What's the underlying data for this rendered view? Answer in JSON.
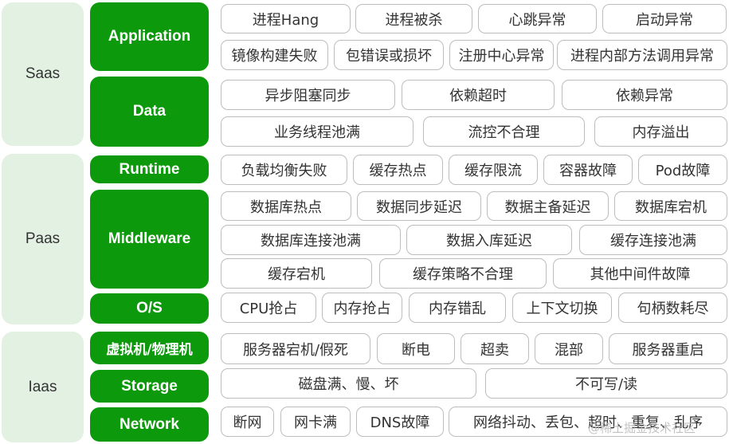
{
  "layers": {
    "saas": "Saas",
    "paas": "Paas",
    "iaas": "Iaas"
  },
  "categories": {
    "application": "Application",
    "data": "Data",
    "runtime": "Runtime",
    "middleware": "Middleware",
    "os": "O/S",
    "vm": "虚拟机/物理机",
    "storage": "Storage",
    "network": "Network"
  },
  "items": {
    "app": [
      "进程Hang",
      "进程被杀",
      "心跳异常",
      "启动异常",
      "镜像构建失败",
      "包错误或损坏",
      "注册中心异常",
      "进程内部方法调用异常"
    ],
    "data": [
      "异步阻塞同步",
      "依赖超时",
      "依赖异常",
      "业务线程池满",
      "流控不合理",
      "内存溢出"
    ],
    "runtime": [
      "负载均衡失败",
      "缓存热点",
      "缓存限流",
      "容器故障",
      "Pod故障"
    ],
    "middleware": [
      "数据库热点",
      "数据同步延迟",
      "数据主备延迟",
      "数据库宕机",
      "数据库连接池满",
      "数据入库延迟",
      "缓存连接池满",
      "缓存宕机",
      "缓存策略不合理",
      "其他中间件故障"
    ],
    "os": [
      "CPU抢占",
      "内存抢占",
      "内存错乱",
      "上下文切换",
      "句柄数耗尽"
    ],
    "vm": [
      "服务器宕机/假死",
      "断电",
      "超卖",
      "混部",
      "服务器重启"
    ],
    "storage": [
      "磁盘满、慢、坏",
      "不可写/读"
    ],
    "network": [
      "断网",
      "网卡满",
      "DNS故障",
      "网络抖动、丢包、超时、重复、乱序"
    ]
  },
  "watermark": "@稀土掘金技术社区",
  "colors": {
    "category_green": "#0c9a0c",
    "layer_bg": "#e3f1e3",
    "box_border": "#bdbdbd",
    "text": "#333333"
  }
}
